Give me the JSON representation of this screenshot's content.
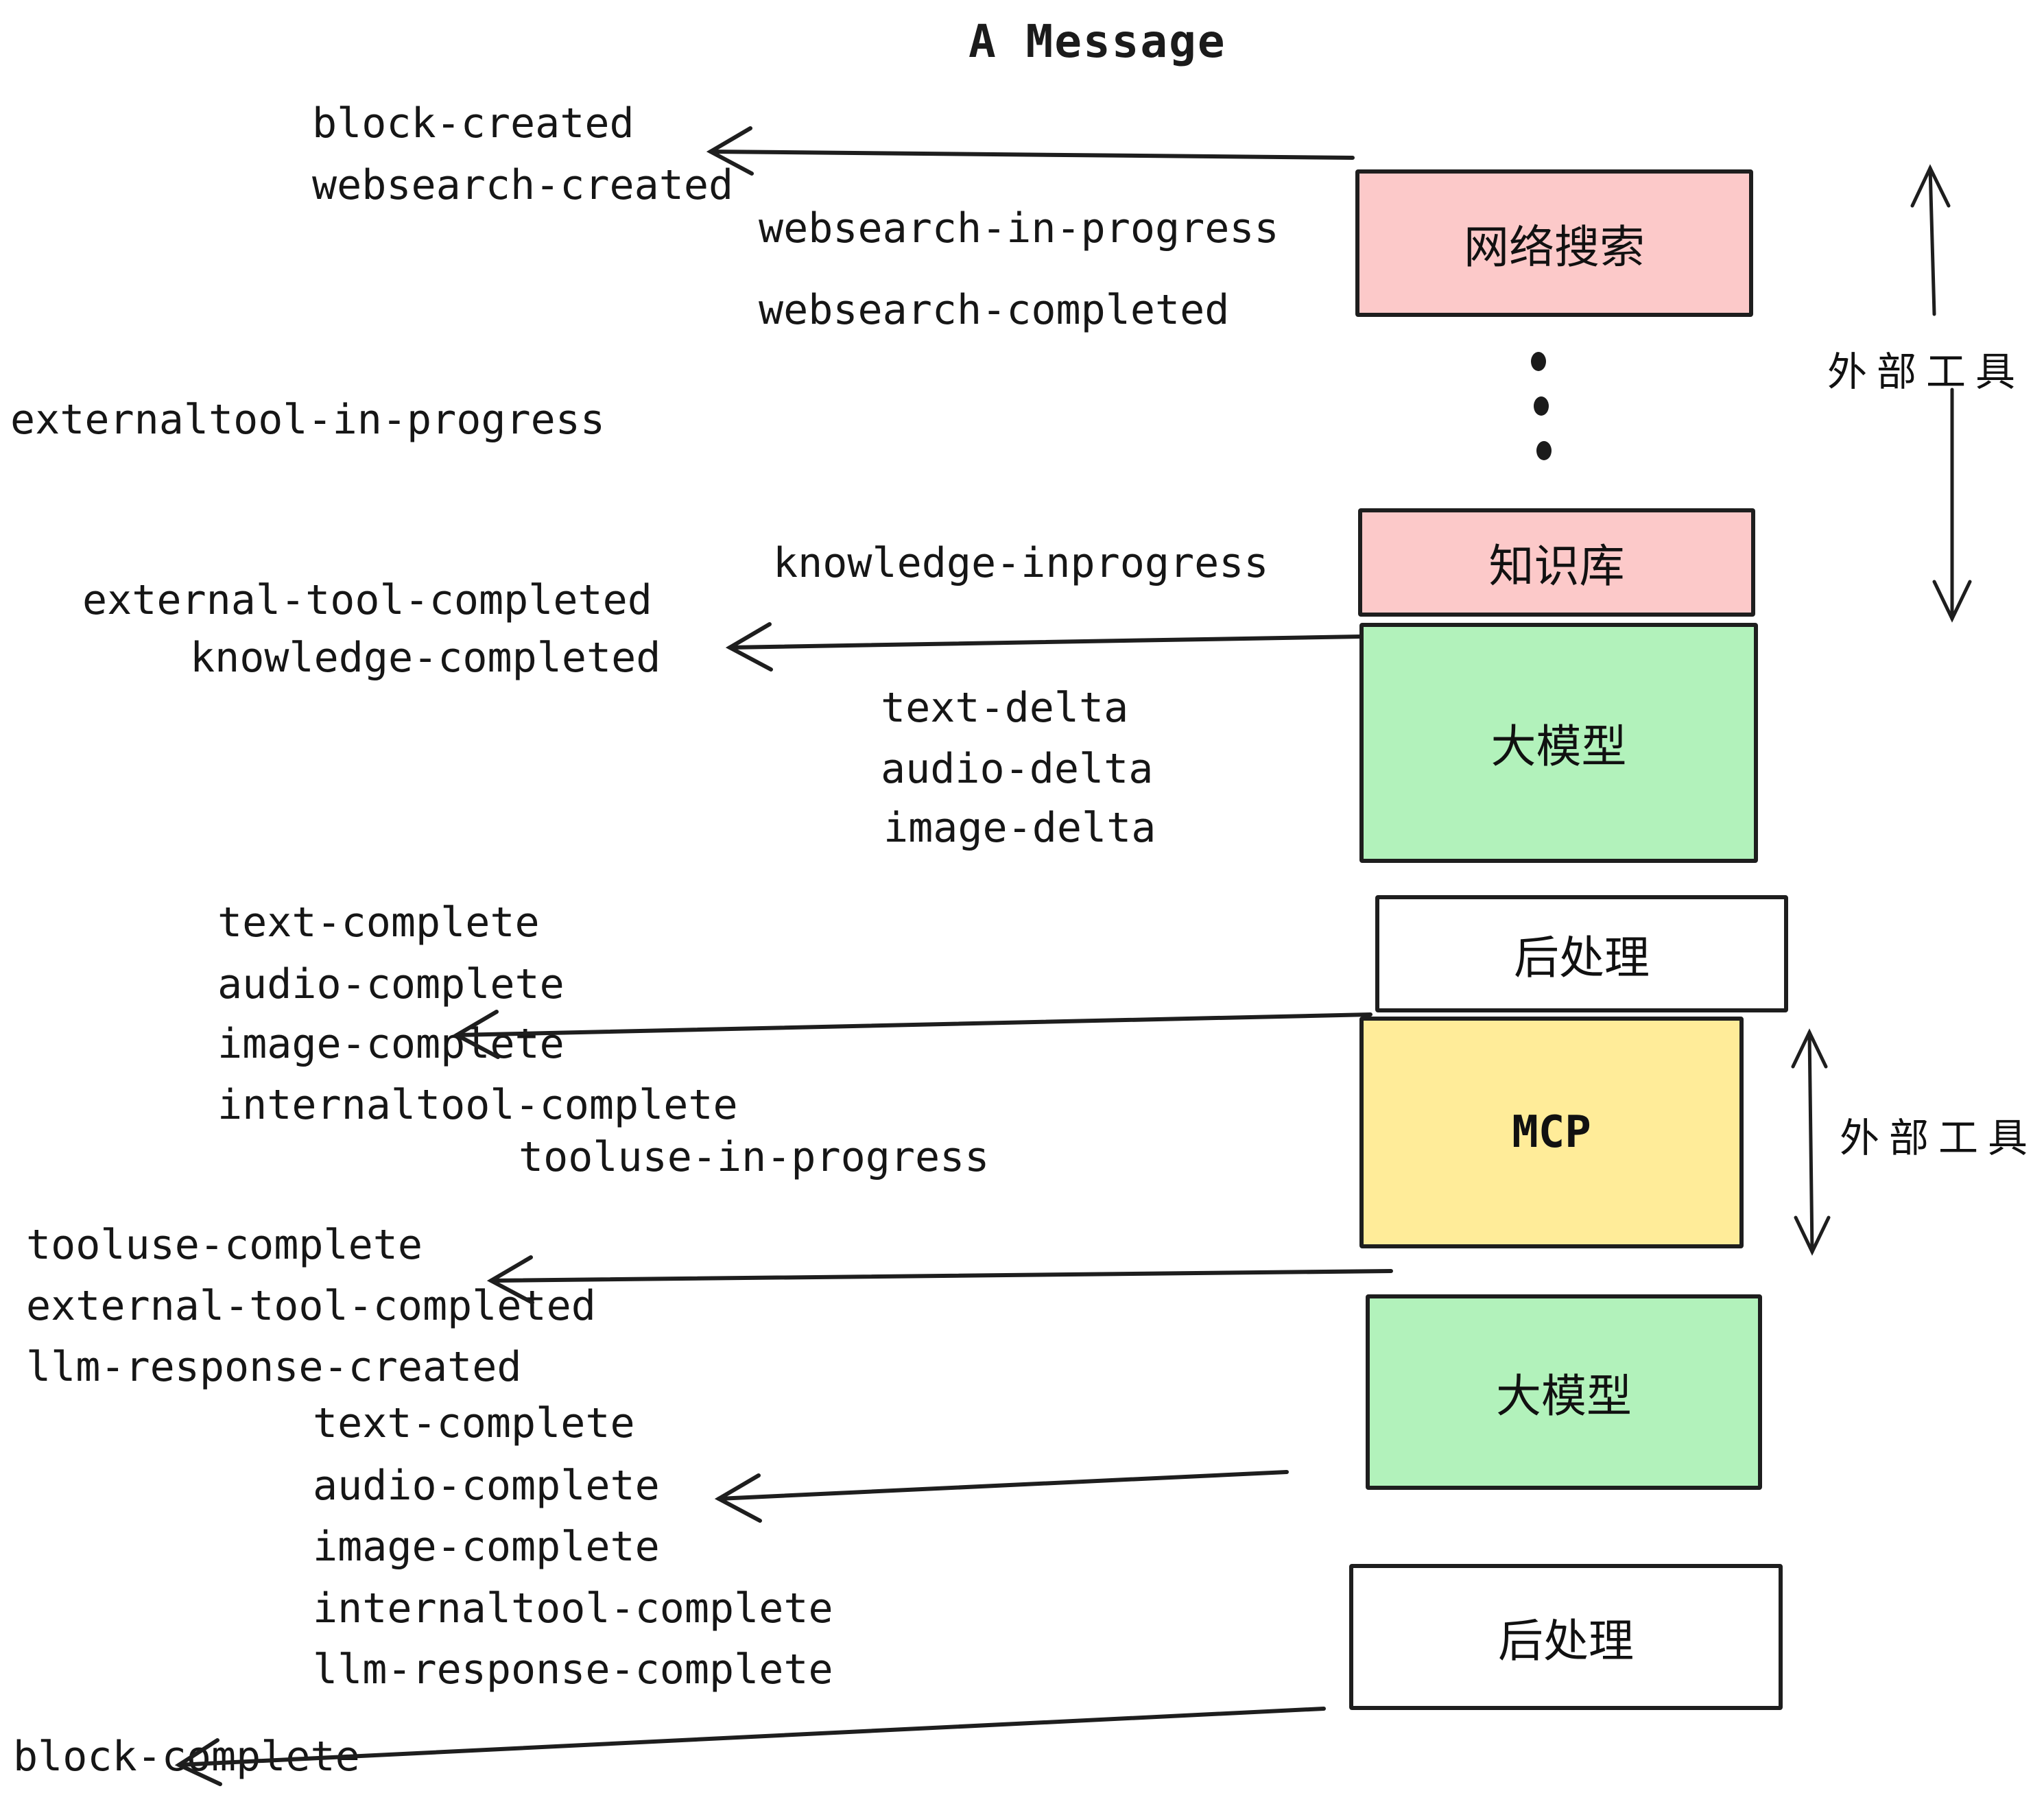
{
  "title": "A Message",
  "colors": {
    "pink": "#fcc9c9",
    "green": "#b2f2bb",
    "yellow": "#ffec99",
    "white": "#ffffff",
    "border": "#1e1e1e",
    "text": "#161616"
  },
  "events": [
    "block-created",
    "websearch-created",
    "websearch-in-progress",
    "websearch-completed",
    "externaltool-in-progress",
    "knowledge-inprogress",
    "external-tool-completed",
    "knowledge-completed",
    "text-delta",
    "audio-delta",
    "image-delta",
    "text-complete",
    "audio-complete",
    "image-complete",
    "internaltool-complete",
    "tooluse-in-progress",
    "tooluse-complete",
    "external-tool-completed",
    "llm-response-created",
    "text-complete",
    "audio-complete",
    "image-complete",
    "internaltool-complete",
    "llm-response-complete",
    "block-complete"
  ],
  "boxes": {
    "websearch": "网络搜索",
    "knowledge": "知识库",
    "llm1": "大模型",
    "post1": "后处理",
    "mcp": "MCP",
    "llm2": "大模型",
    "post2": "后处理"
  },
  "annotations": {
    "external_tools_top": "外部工具",
    "external_tools_mcp": "外部工具"
  }
}
